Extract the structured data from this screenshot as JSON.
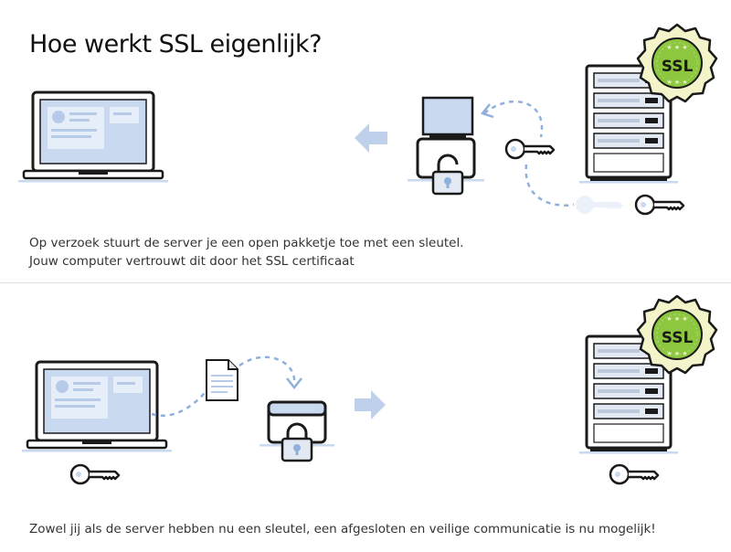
{
  "title": "Hoe werkt SSL eigenlijk?",
  "step1": {
    "caption_line1": "Op verzoek stuurt de server je een open pakketje toe met een sleutel.",
    "caption_line2": "Jouw computer vertrouwt dit door het SSL certificaat"
  },
  "step2": {
    "caption": "Zowel jij als de server hebben nu een sleutel, een afgesloten en veilige communicatie is nu mogelijk!"
  },
  "badge_label": "SSL",
  "colors": {
    "badge_green": "#8dc63f",
    "badge_gold": "#f4f4ca",
    "screen_blue": "#c9d9f0",
    "arrow_blue": "#bed0ea",
    "dash_blue": "#8fb0dc",
    "outline": "#1a1a1a"
  }
}
